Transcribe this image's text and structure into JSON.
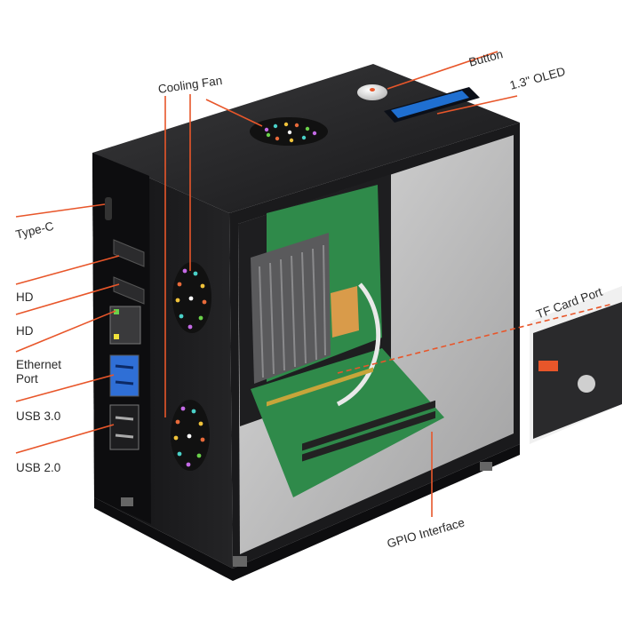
{
  "labels": {
    "cooling_fan": "Cooling Fan",
    "button": "Button",
    "oled": "1.3\" OLED",
    "type_c": "Type-C",
    "hd_1": "HD",
    "hd_2": "HD",
    "ethernet": "Ethernet",
    "ethernet_port": "Port",
    "usb3": "USB 3.0",
    "usb2": "USB 2.0",
    "tf_card_port": "TF Card Port",
    "gpio": "GPIO Interface"
  },
  "colors": {
    "callout_line": "#e8562a",
    "case_body": "#1c1c1e",
    "pcb_green": "#2f8a4a",
    "usb3_blue": "#2f6fd6",
    "background": "#ffffff"
  }
}
